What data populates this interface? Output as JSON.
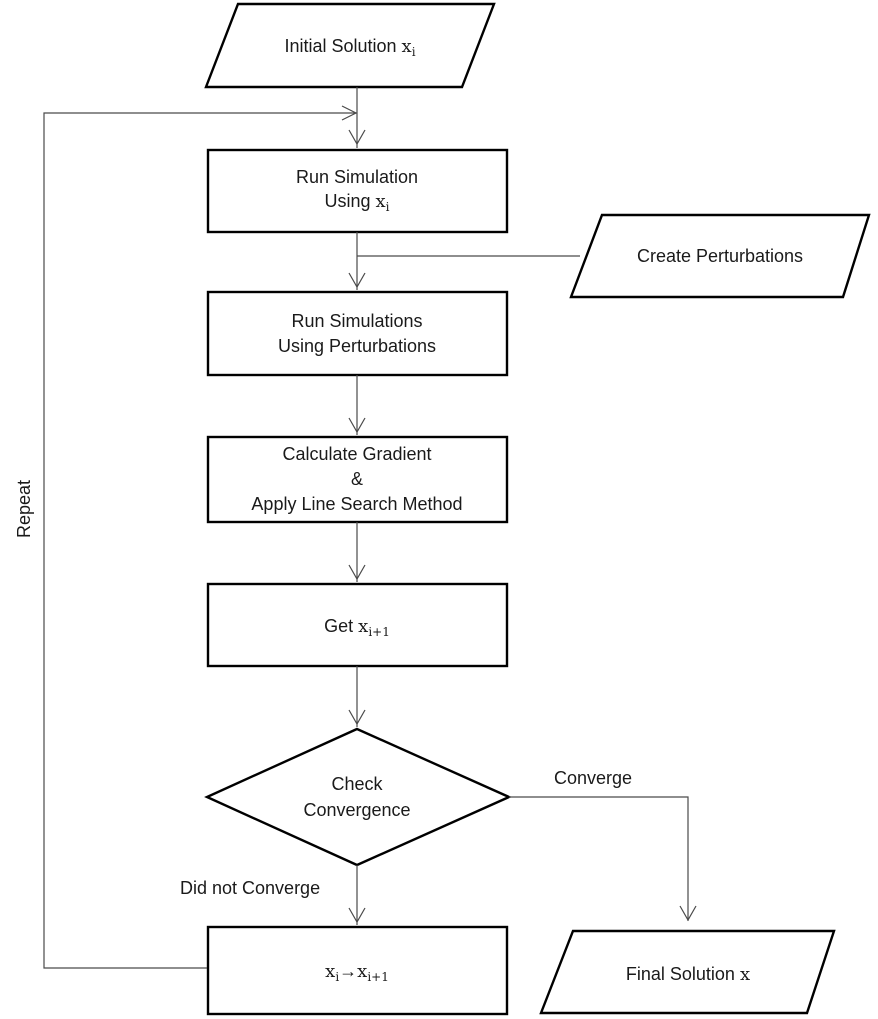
{
  "nodes": {
    "initial": {
      "text": "Initial Solution ",
      "var": "x",
      "sub": "i"
    },
    "run_sim": {
      "line1": "Run Simulation",
      "line2": "Using ",
      "var": "x",
      "sub": "i"
    },
    "create_pert": {
      "text": "Create Perturbations"
    },
    "run_sims_pert": {
      "line1": "Run Simulations",
      "line2": "Using Perturbations"
    },
    "gradient": {
      "line1": "Calculate Gradient",
      "line2": "&",
      "line3": "Apply Line Search Method"
    },
    "get_next": {
      "text": "Get ",
      "var": "x",
      "sub": "i+1"
    },
    "check": {
      "line1": "Check",
      "line2": "Convergence"
    },
    "update": {
      "var_a": "x",
      "sub_a": "i",
      "arrow": "→",
      "var_b": "x",
      "sub_b": "i+1"
    },
    "final": {
      "text": "Final Solution ",
      "var": "x"
    }
  },
  "edge_labels": {
    "converge": "Converge",
    "not_converge": "Did not Converge",
    "repeat": "Repeat"
  }
}
